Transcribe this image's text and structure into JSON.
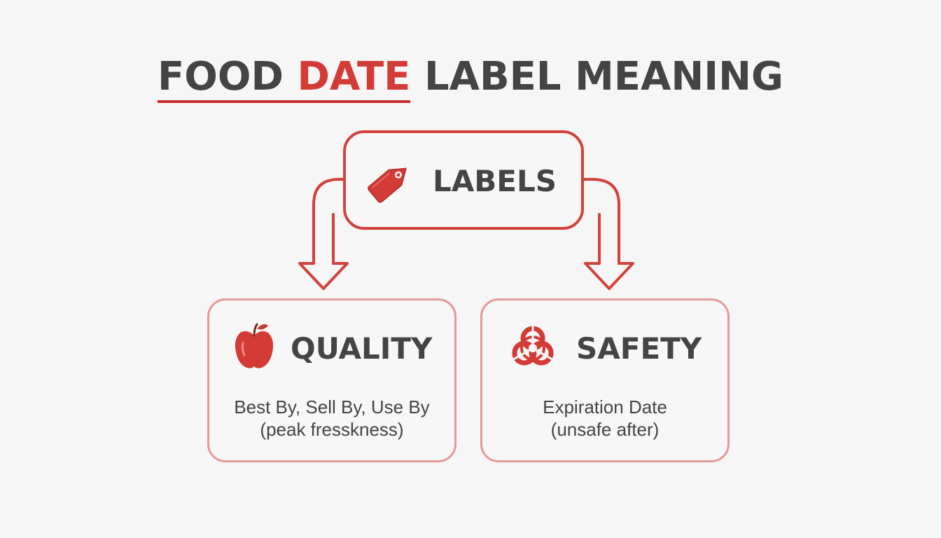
{
  "title": {
    "part1": "FOOD",
    "part2": "DATE",
    "part3": "LABEL MEANING"
  },
  "root": {
    "heading": "LABELS",
    "icon": "price-tag-icon"
  },
  "branches": {
    "quality": {
      "heading": "QUALITY",
      "icon": "apple-icon",
      "line1": "Best By, Sell By, Use By",
      "line2": "(peak fresskness)"
    },
    "safety": {
      "heading": "SAFETY",
      "icon": "biohazard-icon",
      "line1": "Expiration Date",
      "line2": "(unsafe after)"
    }
  },
  "colors": {
    "accent": "#d33b36",
    "accent_light": "#e39a98",
    "text": "#444444",
    "background": "#f6f6f6"
  }
}
